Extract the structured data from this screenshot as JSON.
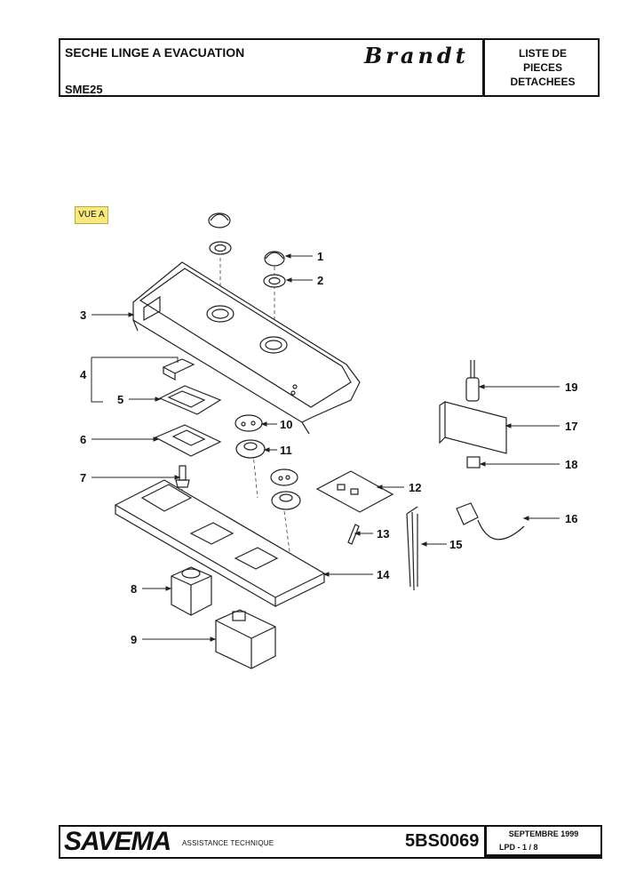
{
  "header": {
    "title": "SECHE LINGE A EVACUATION",
    "model": "SME25",
    "brand": "Brandt",
    "doc_type_lines": [
      "LISTE DE",
      "PIECES",
      "DETACHEES"
    ]
  },
  "view_label": "VUE A",
  "callouts": [
    "1",
    "2",
    "3",
    "4",
    "5",
    "6",
    "7",
    "8",
    "9",
    "10",
    "11",
    "12",
    "13",
    "14",
    "15",
    "16",
    "17",
    "18",
    "19"
  ],
  "footer": {
    "company": "SAVEMA",
    "department": "ASSISTANCE TECHNIQUE",
    "reference": "5BS0069",
    "date": "SEPTEMBRE 1999",
    "page_info": "LPD -    1 / 8"
  }
}
